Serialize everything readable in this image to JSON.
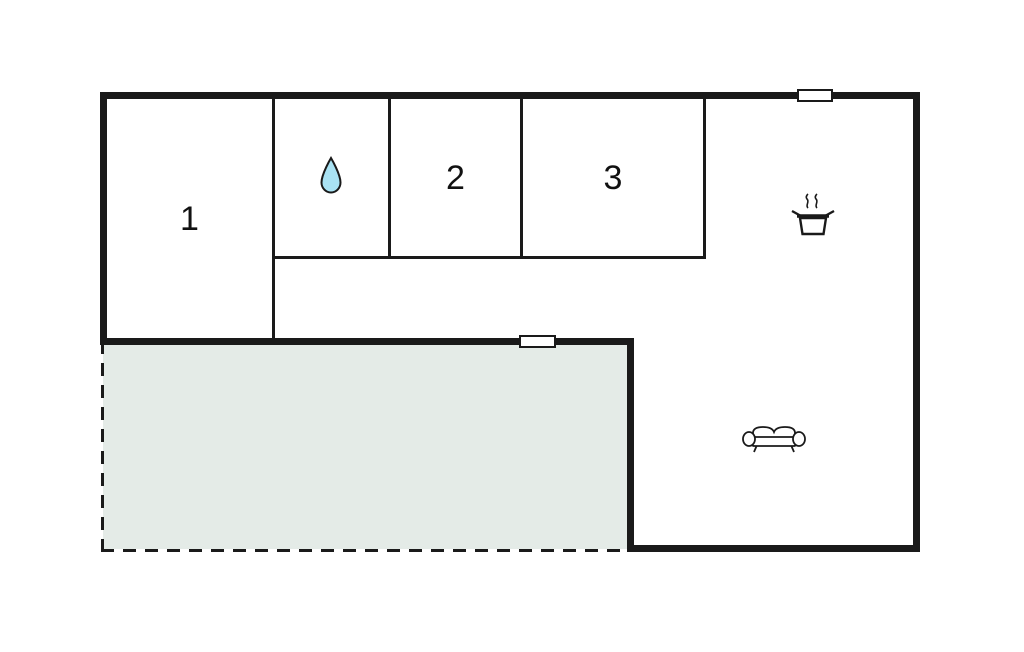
{
  "floorplan": {
    "rooms": [
      {
        "label": "1"
      },
      {
        "label": "2"
      },
      {
        "label": "3"
      }
    ],
    "icons": {
      "bathroom": "water-drop-icon",
      "kitchen": "cooking-pot-icon",
      "living_room": "sofa-icon",
      "windows": [
        "window-top-wall",
        "window-mid-wall"
      ]
    },
    "colors": {
      "wall": "#1a1a1a",
      "terrace_fill": "#e4ebe7",
      "water_drop_fill": "#a9e2f3",
      "background": "#ffffff"
    }
  }
}
